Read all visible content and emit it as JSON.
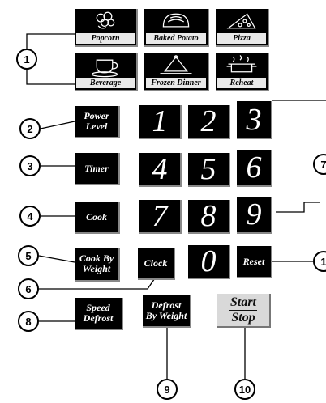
{
  "food_keys": [
    {
      "label": "Popcorn",
      "icon": "popcorn-icon"
    },
    {
      "label": "Baked Potato",
      "icon": "baked-potato-icon"
    },
    {
      "label": "Pizza",
      "icon": "pizza-slice-icon"
    },
    {
      "label": "Beverage",
      "icon": "beverage-cup-icon"
    },
    {
      "label": "Frozen Dinner",
      "icon": "frozen-dinner-cloche-icon"
    },
    {
      "label": "Reheat",
      "icon": "reheat-pot-icon"
    }
  ],
  "command_keys": {
    "power_level": "Power\nLevel",
    "timer": "Timer",
    "cook": "Cook",
    "cook_by_weight": "Cook By\nWeight",
    "clock": "Clock",
    "reset": "Reset",
    "speed_defrost": "Speed\nDefrost",
    "defrost_by_weight": "Defrost\nBy Weight",
    "start": "Start",
    "stop": "Stop"
  },
  "digits": [
    "1",
    "2",
    "3",
    "4",
    "5",
    "6",
    "7",
    "8",
    "9",
    "0"
  ],
  "callouts": {
    "c1": "1",
    "c2": "2",
    "c3": "3",
    "c4": "4",
    "c5": "5",
    "c6": "6",
    "c7": "7",
    "c8": "8",
    "c9": "9",
    "c10": "10",
    "c11": "1"
  }
}
